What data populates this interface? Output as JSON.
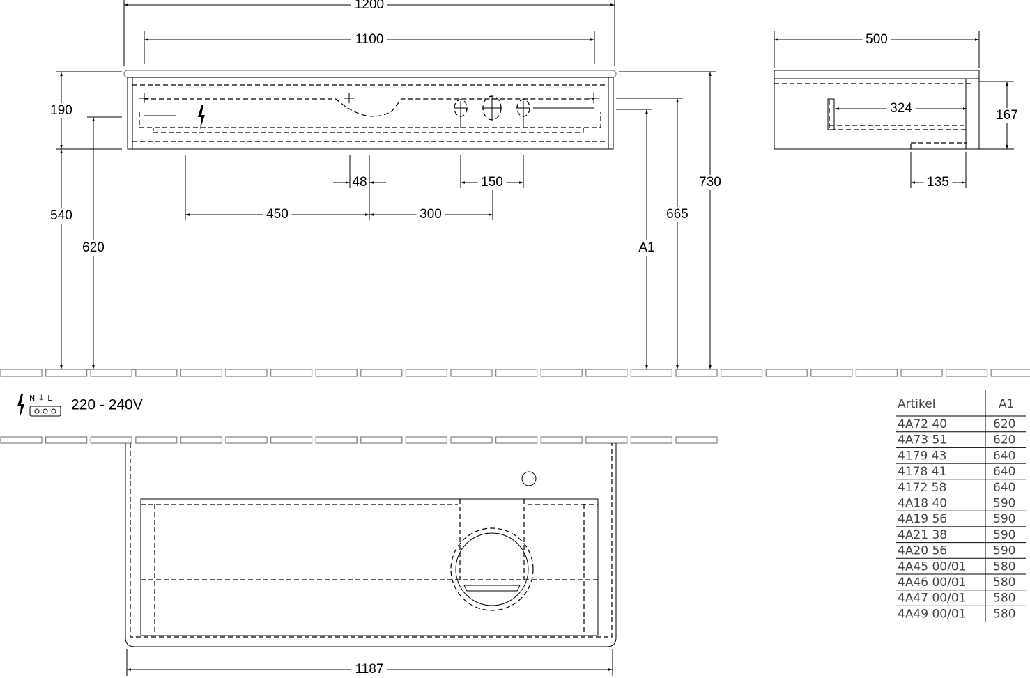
{
  "dimensions": {
    "overall_width": "1200",
    "inner_width": "1100",
    "top_height": "190",
    "lower_height": "540",
    "socket_height": "620",
    "total_height": "730",
    "drain_height": "665",
    "variable_height": "A1",
    "gap_48": "48",
    "spacing_150": "150",
    "offset_450": "450",
    "offset_300": "300",
    "depth": "500",
    "drawer_depth": "324",
    "side_height": "167",
    "side_135": "135",
    "bottom_width": "1187"
  },
  "electrical": {
    "label": "220 - 240V",
    "symbol_letters": "N ⏚ L",
    "icon": "lightning-icon"
  },
  "table": {
    "headers": [
      "Artikel",
      "A1"
    ],
    "rows": [
      [
        "4A72  40",
        "620"
      ],
      [
        "4A73  51",
        "620"
      ],
      [
        "4179  43",
        "640"
      ],
      [
        "4178  41",
        "640"
      ],
      [
        "4172  58",
        "640"
      ],
      [
        "4A18  40",
        "590"
      ],
      [
        "4A19  56",
        "590"
      ],
      [
        "4A21  38",
        "590"
      ],
      [
        "4A20  56",
        "590"
      ],
      [
        "4A45  00/01",
        "580"
      ],
      [
        "4A46  00/01",
        "580"
      ],
      [
        "4A47  00/01",
        "580"
      ],
      [
        "4A49  00/01",
        "580"
      ]
    ]
  }
}
